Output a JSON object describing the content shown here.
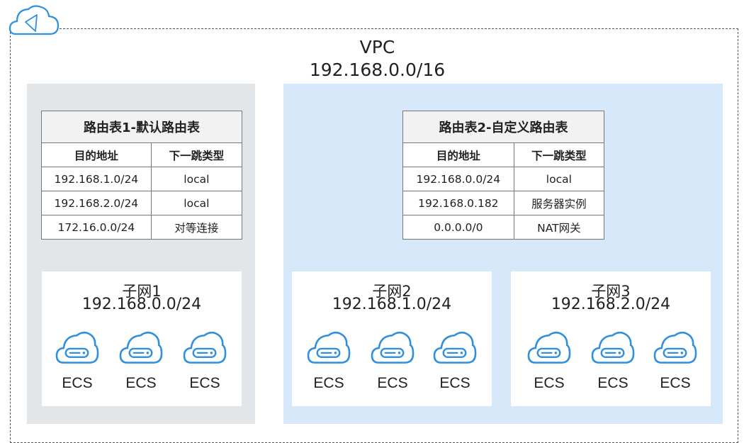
{
  "vpc": {
    "name": "VPC",
    "cidr": "192.168.0.0/16"
  },
  "route_tables": [
    {
      "title": "路由表1-默认路由表",
      "col_destination": "目的地址",
      "col_next_hop": "下一跳类型",
      "rows": [
        {
          "destination": "192.168.1.0/24",
          "next_hop": "local"
        },
        {
          "destination": "192.168.2.0/24",
          "next_hop": "local"
        },
        {
          "destination": "172.16.0.0/24",
          "next_hop": "对等连接"
        }
      ]
    },
    {
      "title": "路由表2-自定义路由表",
      "col_destination": "目的地址",
      "col_next_hop": "下一跳类型",
      "rows": [
        {
          "destination": "192.168.0.0/24",
          "next_hop": "local"
        },
        {
          "destination": "192.168.0.182",
          "next_hop": "服务器实例"
        },
        {
          "destination": "0.0.0.0/0",
          "next_hop": "NAT网关"
        }
      ]
    }
  ],
  "subnets": [
    {
      "name": "子网1",
      "cidr": "192.168.0.0/24",
      "instances": [
        "ECS",
        "ECS",
        "ECS"
      ]
    },
    {
      "name": "子网2",
      "cidr": "192.168.1.0/24",
      "instances": [
        "ECS",
        "ECS",
        "ECS"
      ]
    },
    {
      "name": "子网3",
      "cidr": "192.168.2.0/24",
      "instances": [
        "ECS",
        "ECS",
        "ECS"
      ]
    }
  ],
  "colors": {
    "vpc_border": "#555555",
    "zone_default": "#e3e6e8",
    "zone_custom": "#d6e8fa",
    "icon_blue": "#2f8fe0"
  },
  "icons": {
    "vpc": "cloud-icon",
    "instance": "ecs-cloud-server-icon"
  }
}
